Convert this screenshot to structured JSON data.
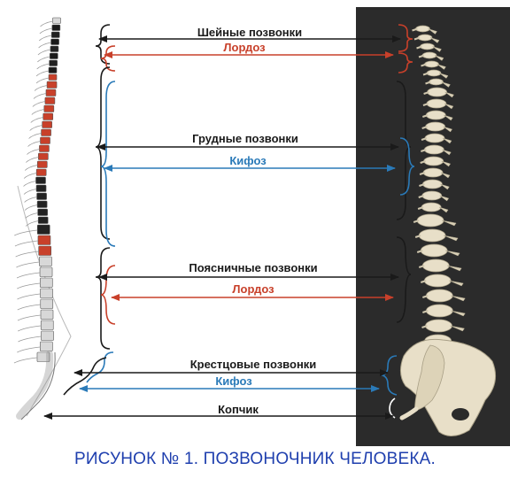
{
  "colors": {
    "black": "#1a1a1a",
    "red": "#c8402a",
    "blue": "#2a7ab8",
    "caption": "#1f3fae",
    "photo_background": "#2b2b2b",
    "bone": "#e8dfc8"
  },
  "labels": {
    "cervical": "Шейные позвонки",
    "lordosis_1": "Лордоз",
    "thoracic": "Грудные позвонки",
    "kyphosis_1": "Кифоз",
    "lumbar": "Поясничные позвонки",
    "lordosis_2": "Лордоз",
    "sacral": "Крестцовые позвонки",
    "kyphosis_2": "Кифоз",
    "coccyx": "Копчик"
  },
  "caption": "РИСУНОК № 1. ПОЗВОНОЧНИК ЧЕЛОВЕКА."
}
